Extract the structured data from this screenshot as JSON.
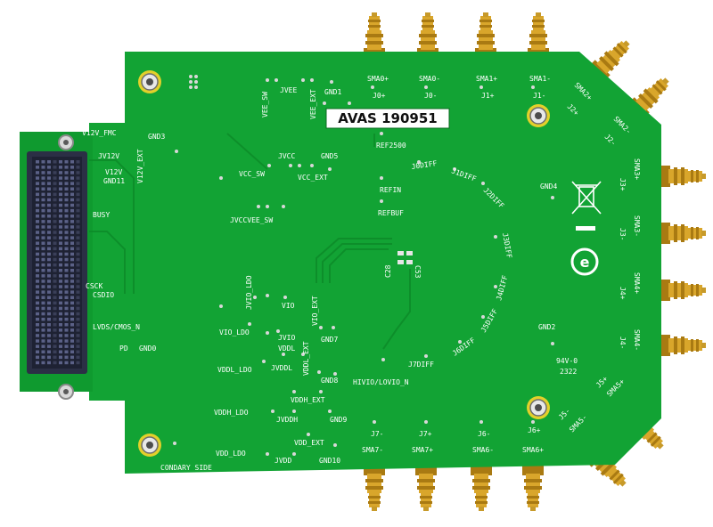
{
  "board": {
    "id_label": "AVAS 190951",
    "colors": {
      "pcb": "#12a334",
      "pcb_dark": "#0c8a28",
      "silk": "#ffffff",
      "gold": "#d9a62b",
      "gold_dark": "#a97a12",
      "connector": "#2b2f45"
    },
    "labels": {
      "v12v_fmc": "V12V_FMC",
      "jv12v": "JV12V",
      "v12v": "V12V",
      "gnd11": "GND11",
      "gnd3": "GND3",
      "v12v_ext": "V12V_EXT",
      "busy": "BUSY",
      "csck": "CSCK",
      "csdio": "CSDIO",
      "lvds_cmos": "LVDS/CMOS_N",
      "pd": "PD",
      "gnd0": "GND0",
      "vee_sw": "VEE_SW",
      "jvee": "JVEE",
      "vee_ext": "VEE_EXT",
      "gnd1": "GND1",
      "jvcc": "JVCC",
      "gnd5": "GND5",
      "vcc_sw": "VCC_SW",
      "vcc_ext": "VCC_EXT",
      "jvccvee_sw": "JVCCVEE_SW",
      "ref2500": "REF2500",
      "refin": "REFIN",
      "refbuf": "REFBUF",
      "c28": "C28",
      "c53": "C53",
      "jvio_ldo": "JVIO_LDO",
      "vio": "VIO",
      "vio_ext": "VIO_EXT",
      "vio_ldo": "VIO_LDO",
      "jvio": "JVIO",
      "vddl": "VDDL",
      "gnd7": "GND7",
      "vddl_ldo": "VDDL_LDO",
      "jvddl": "JVDDL",
      "vddl_ext": "VDDL_EXT",
      "gnd8": "GND8",
      "hivio": "HIVIO/LOVIO_N",
      "vddh_ext": "VDDH_EXT",
      "vddh_ldo": "VDDH_LDO",
      "jvddh": "JVDDH",
      "gnd9": "GND9",
      "vdd_ext": "VDD_EXT",
      "vdd_ldo": "VDD_LDO",
      "jvdd": "JVDD",
      "gnd10": "GND10",
      "secondary": "CONDARY SIDE",
      "gnd4": "GND4",
      "gnd2": "GND2",
      "j0diff": "J0DIFF",
      "j1diff": "J1DIFF",
      "j2diff": "J2DIFF",
      "j3diff": "J3DIFF",
      "j4diff": "J4DIFF",
      "j5diff": "J5DIFF",
      "j6diff": "J6DIFF",
      "j7diff": "J7DIFF",
      "sma0p": "SMA0+",
      "j0p": "J0+",
      "sma0n": "SMA0-",
      "j0n": "J0-",
      "sma1p": "SMA1+",
      "j1p": "J1+",
      "sma1n": "SMA1-",
      "j1n": "J1-",
      "sma2p": "SMA2+",
      "j2p": "J2+",
      "sma2n": "SMA2-",
      "j2n": "J2-",
      "j3p": "J3+",
      "sma3p": "SMA3+",
      "j3n": "J3-",
      "sma3n": "SMA3-",
      "j4p": "J4+",
      "sma4p": "SMA4+",
      "j4n": "J4-",
      "sma4n": "SMA4-",
      "j5p": "J5+",
      "sma5p": "SMA5+",
      "j5n": "J5-",
      "sma5n": "SMA5-",
      "j6p": "J6+",
      "sma6p": "SMA6+",
      "j6n": "J6-",
      "sma6n": "SMA6-",
      "j7p": "J7+",
      "sma7p": "SMA7+",
      "j7n": "J7-",
      "sma7n": "SMA7-",
      "ul_mark": "94V-0",
      "date_code": "2322"
    }
  }
}
